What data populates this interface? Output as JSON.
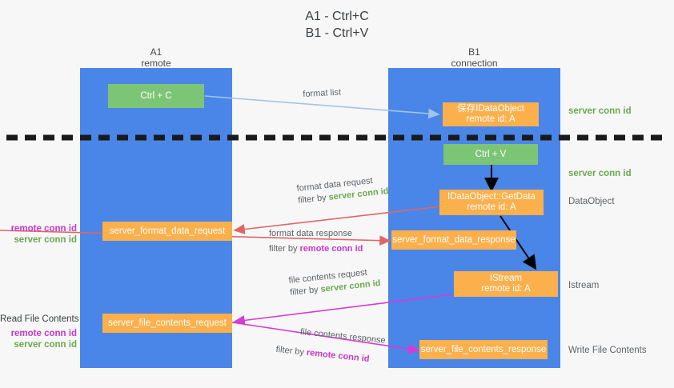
{
  "title": {
    "line1": "A1 - Ctrl+C",
    "line2": "B1 - Ctrl+V"
  },
  "lanes": [
    {
      "name": "A1",
      "sub": "remote"
    },
    {
      "name": "B1",
      "sub": "connection"
    }
  ],
  "nodes": {
    "ctrl_c": {
      "label": "Ctrl + C"
    },
    "save_dataobject": {
      "line1": "保存IDataObject",
      "line2": "remote id: A"
    },
    "ctrl_v": {
      "label": "Ctrl + V"
    },
    "getdata": {
      "line1": "IDataObject::GetData",
      "line2": "remote id: A"
    },
    "istream": {
      "line1": "IStream",
      "line2": "remote id: A"
    },
    "server_format_data_request": {
      "label": "server_format_data_request"
    },
    "server_format_data_response": {
      "label": "server_format_data_response"
    },
    "server_file_contents_request": {
      "label": "server_file_contents_request"
    },
    "server_file_contents_response": {
      "label": "server_file_contents_response"
    }
  },
  "edge_labels": {
    "format_list": "format list",
    "format_data_request": {
      "text": "format data request",
      "filter_prefix": "filter by ",
      "filter_key": "server conn id"
    },
    "format_data_response": {
      "text": "format data response",
      "filter_prefix": "filter by ",
      "filter_key": "remote conn id"
    },
    "file_contents_request": {
      "text": "file contents request",
      "filter_prefix": "filter by ",
      "filter_key": "server conn id"
    },
    "file_contents_response": {
      "text": "file contents response",
      "filter_prefix": "filter by ",
      "filter_key": "remote conn id"
    }
  },
  "right_labels": {
    "server_conn_id_top": "server conn id",
    "server_conn_id_mid": "server conn id",
    "dataobject": "DataObject",
    "istream": "Istream",
    "write_file_contents": "Write File Contents"
  },
  "left_labels": {
    "group1": {
      "remote": "remote conn id",
      "server": "server conn id"
    },
    "read_file_contents": "Read File Contents",
    "group2": {
      "remote": "remote conn id",
      "server": "server conn id"
    }
  },
  "colors": {
    "lane": "#4a86e8",
    "green_node": "#7cc576",
    "orange_node": "#fbb04c",
    "server_conn_id": "#6aa84f",
    "remote_conn_id": "#c838c8",
    "arrow_light_blue": "#9fc5e8",
    "arrow_red": "#e06666",
    "arrow_magenta": "#d63bd6",
    "arrow_black": "#000000",
    "background": "#f7f7f7",
    "divider": "#1a1a1a"
  }
}
